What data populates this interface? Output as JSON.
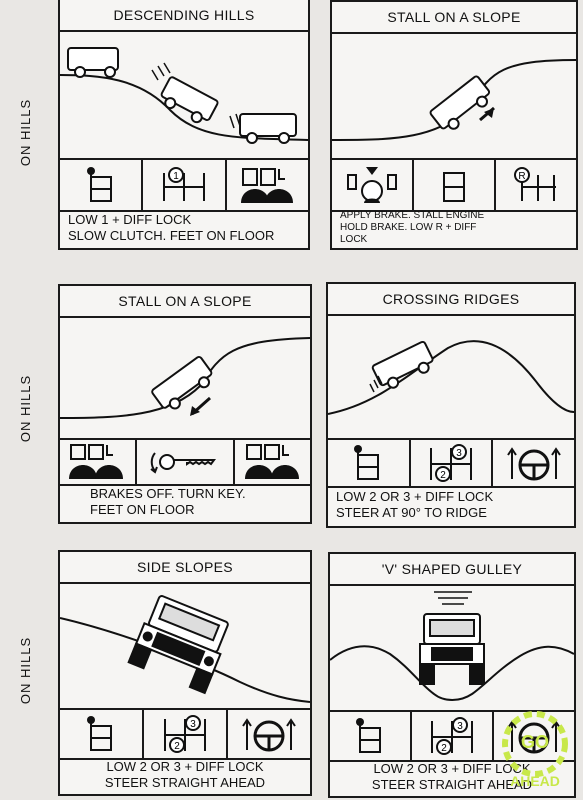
{
  "side_label": "ON HILLS",
  "panels": [
    {
      "title": "DESCENDING HILLS",
      "caption": [
        "LOW 1 + DIFF LOCK",
        "SLOW CLUTCH. FEET ON FLOOR"
      ]
    },
    {
      "title": "STALL ON A SLOPE",
      "caption": [
        "APPLY BRAKE. STALL ENGINE",
        "HOLD BRAKE. LOW R + DIFF",
        "LOCK"
      ]
    },
    {
      "title": "STALL ON A SLOPE",
      "caption": [
        "BRAKES OFF. TURN KEY.",
        "FEET ON FLOOR"
      ]
    },
    {
      "title": "CROSSING RIDGES",
      "caption": [
        "LOW 2 OR 3 + DIFF LOCK",
        "STEER AT 90° TO RIDGE"
      ]
    },
    {
      "title": "SIDE SLOPES",
      "caption": [
        "LOW 2 OR 3 + DIFF LOCK",
        "STEER STRAIGHT AHEAD"
      ]
    },
    {
      "title": "'V' SHAPED GULLEY",
      "caption": [
        "LOW 2 OR 3 + DIFF LOCK",
        "STEER STRAIGHT AHEAD"
      ]
    }
  ],
  "gear_labels": {
    "one": "1",
    "two": "2",
    "three": "3",
    "reverse": "R"
  },
  "watermark": {
    "line1": "GO",
    "line2": "AHEAD",
    "color": "#c8e84a"
  }
}
